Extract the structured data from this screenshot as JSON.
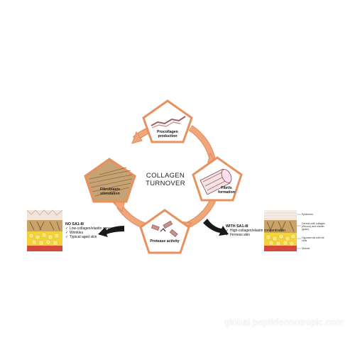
{
  "diagram": {
    "title_line1": "COLLAGEN",
    "title_line2": "TURNOVER",
    "nodes": {
      "top": "Procollagen production",
      "right": "Fibrils formation",
      "bottom": "Protease activity",
      "left": "Fibroblasts stimulation"
    }
  },
  "left_panel": {
    "heading": "NO SA1-III",
    "items": [
      "Low-collagen/elastin concentration",
      "Wrinkles",
      "Typical aged skin"
    ]
  },
  "right_panel": {
    "heading": "WITH SA1-III",
    "items": [
      "High-collagen/elastin concentration",
      "Firmess skin"
    ],
    "layers": [
      "Epidermis",
      "Dermis with collagen (fibrous) and elastin (grain)",
      "Hypodermis with fat cells",
      "Muscle"
    ]
  },
  "watermark": "global.peptidenootropic.com",
  "colors": {
    "arrow": "#f0a67a",
    "arrow_stroke": "#e2895a",
    "pentagon_fill": "#ffffff",
    "pentagon_stroke": "#e8915f",
    "dark_arrow": "#1a1a1a",
    "fat": "#f4d23b",
    "dermis": "#c8a36a",
    "muscle": "#d44a3a"
  }
}
